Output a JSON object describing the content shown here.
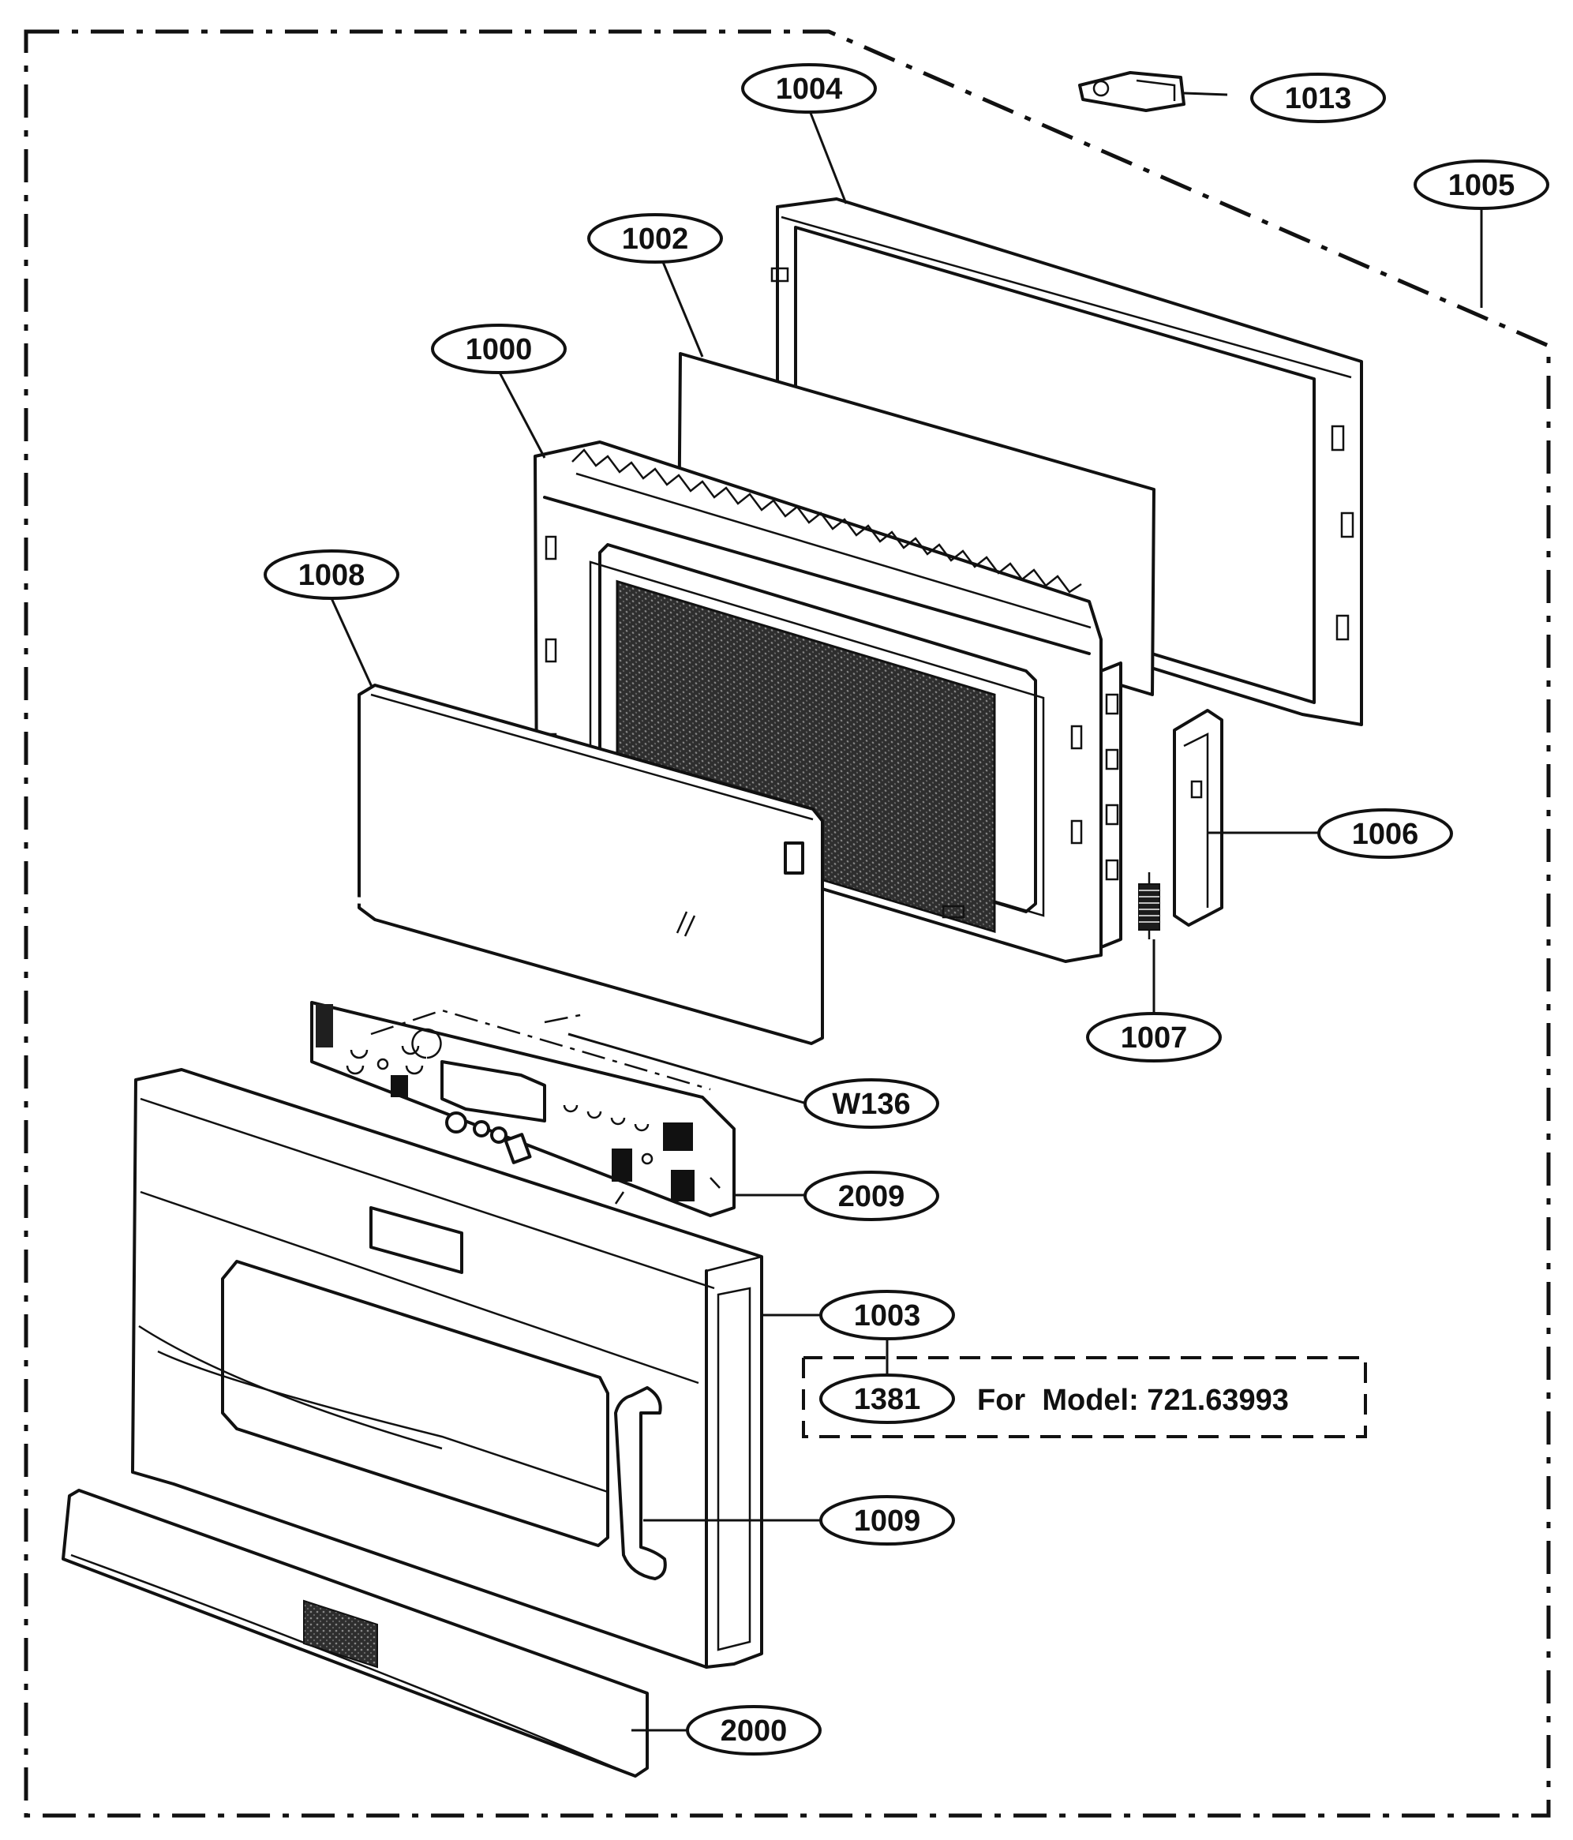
{
  "callouts": {
    "c1004": "1004",
    "c1013": "1013",
    "c1005": "1005",
    "c1002": "1002",
    "c1000": "1000",
    "c1008": "1008",
    "c1006": "1006",
    "c1007": "1007",
    "cW136": "W136",
    "c2009": "2009",
    "c1003": "1003",
    "c1381": "1381",
    "c1009": "1009",
    "c2000": "2000"
  },
  "model_note": "For  Model: 721.63993",
  "colors": {
    "ink": "#111111",
    "paper": "#ffffff",
    "mesh": "#3a3a3a"
  }
}
